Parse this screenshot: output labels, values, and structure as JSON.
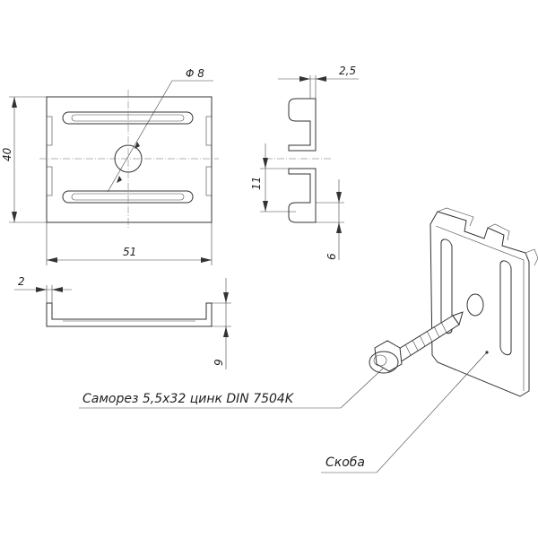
{
  "dimensions": {
    "hole_diameter": "Φ 8",
    "height": "40",
    "width": "51",
    "thickness": "2,5",
    "slot_gap": "11",
    "tab_length": "6",
    "wall_thickness": "2",
    "profile_height": "9"
  },
  "callouts": {
    "screw": "Саморез 5,5x32 цинк DIN 7504K",
    "bracket": "Скоба"
  }
}
